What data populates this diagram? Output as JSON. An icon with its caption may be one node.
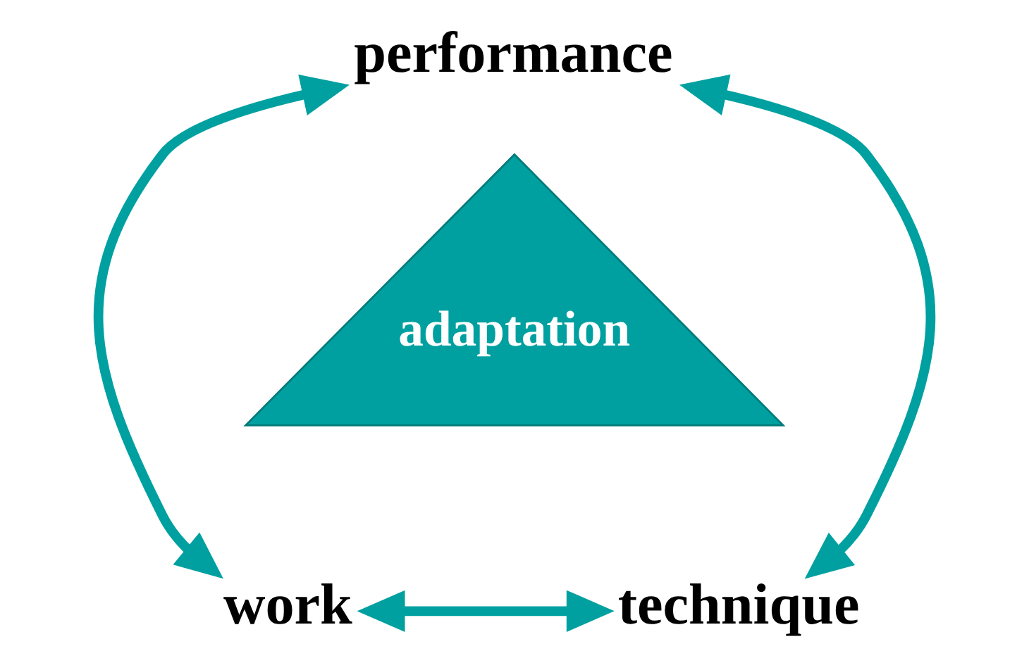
{
  "diagram": {
    "nodes": [
      {
        "text": [
          "performance"
        ]
      },
      {
        "text": [
          "work"
        ]
      },
      {
        "text": [
          "technique"
        ]
      },
      {
        "text": [
          "adaptation"
        ]
      }
    ],
    "edges": [
      {
        "from": 0,
        "to": 1,
        "arrow": "both"
      },
      {
        "from": 0,
        "to": 2,
        "arrow": "both"
      },
      {
        "from": 1,
        "to": 2,
        "arrow": "both"
      }
    ]
  }
}
